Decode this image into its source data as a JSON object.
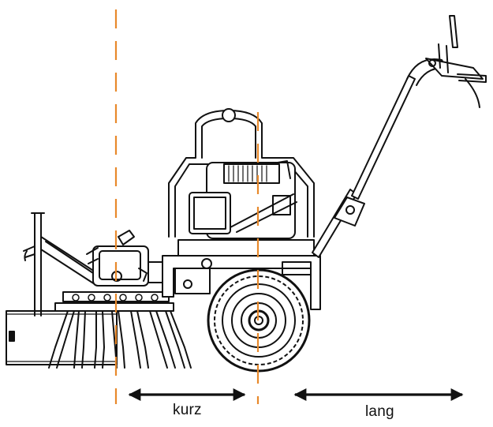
{
  "labels": {
    "short": "kurz",
    "long": "lang"
  },
  "colors": {
    "guide_line": "#e8892b",
    "outline": "#111111"
  },
  "icons": {
    "machine": "walk-behind-tine-machine-icon",
    "arrow_short": "double-headed-arrow",
    "arrow_long": "double-headed-arrow"
  }
}
